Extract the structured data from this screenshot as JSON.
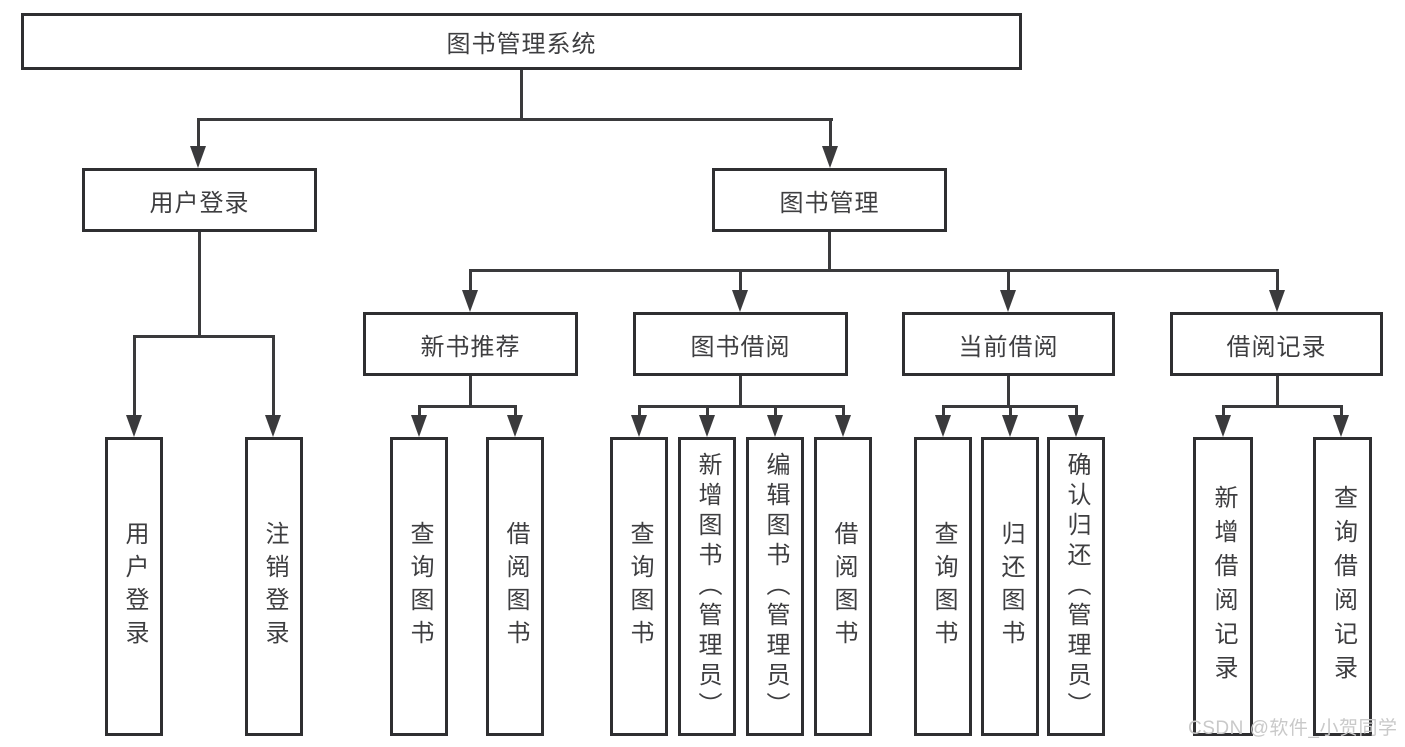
{
  "diagram": {
    "title": "图书管理系统",
    "root": {
      "label": "图书管理系统"
    },
    "level2": [
      {
        "label": "用户登录"
      },
      {
        "label": "图书管理"
      }
    ],
    "level3": [
      {
        "label": "新书推荐"
      },
      {
        "label": "图书借阅"
      },
      {
        "label": "当前借阅"
      },
      {
        "label": "借阅记录"
      }
    ],
    "leaves": {
      "user_login": [
        {
          "label": "用户登录"
        },
        {
          "label": "注销登录"
        }
      ],
      "new_books": [
        {
          "label": "查询图书"
        },
        {
          "label": "借阅图书"
        }
      ],
      "book_borrow": [
        {
          "label": "查询图书"
        },
        {
          "label": "新增图书（管理员）"
        },
        {
          "label": "编辑图书（管理员）"
        },
        {
          "label": "借阅图书"
        }
      ],
      "current_borrow": [
        {
          "label": "查询图书"
        },
        {
          "label": "归还图书"
        },
        {
          "label": "确认归还（管理员）"
        }
      ],
      "borrow_records": [
        {
          "label": "新增借阅记录"
        },
        {
          "label": "查询借阅记录"
        }
      ]
    },
    "watermark": "CSDN @软件_小贺同学",
    "colors": {
      "line": "#3a3a3c",
      "border": "#2f2f31",
      "text": "#3e3e40",
      "watermark": "#c9c9c9",
      "background": "#ffffff"
    }
  }
}
